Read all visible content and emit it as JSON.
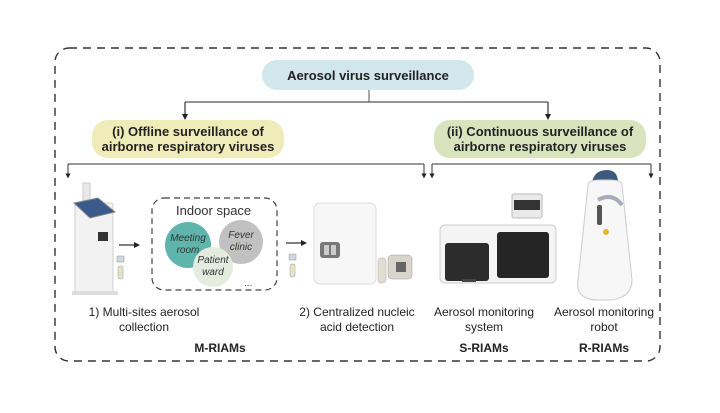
{
  "title": "Aerosol virus surveillance",
  "branches": {
    "offline": {
      "label_line1": "(i) Offline surveillance of",
      "label_line2": "airborne respiratory viruses",
      "color": "#f0ecb9"
    },
    "continuous": {
      "label_line1": "(ii) Continuous surveillance of",
      "label_line2": "airborne respiratory viruses",
      "color": "#d9e4bf"
    }
  },
  "indoor_space": {
    "label": "Indoor space",
    "sites": [
      {
        "line1": "Meeting",
        "line2": "room",
        "color": "#5fb4ab"
      },
      {
        "line1": "Fever",
        "line2": "clinic",
        "color": "#c1c1c1"
      },
      {
        "line1": "Patient",
        "line2": "ward",
        "color": "#e4ece0"
      }
    ],
    "more": "..."
  },
  "devices": [
    {
      "caption_line1": "1) Multi-sites aerosol",
      "caption_line2": "collection",
      "icon": "aerosol-sampler-icon"
    },
    {
      "caption_line1": "2) Centralized nucleic",
      "caption_line2": "acid detection",
      "icon": "nucleic-acid-analyzer-icon"
    },
    {
      "caption_line1": "Aerosol monitoring",
      "caption_line2": "system",
      "icon": "monitoring-system-icon"
    },
    {
      "caption_line1": "Aerosol monitoring",
      "caption_line2": "robot",
      "icon": "monitoring-robot-icon"
    }
  ],
  "categories": {
    "m": "M-RIAMs",
    "s": "S-RIAMs",
    "r": "R-RIAMs"
  },
  "colors": {
    "top_pill": "#d2e6ee",
    "line": "#333333"
  }
}
